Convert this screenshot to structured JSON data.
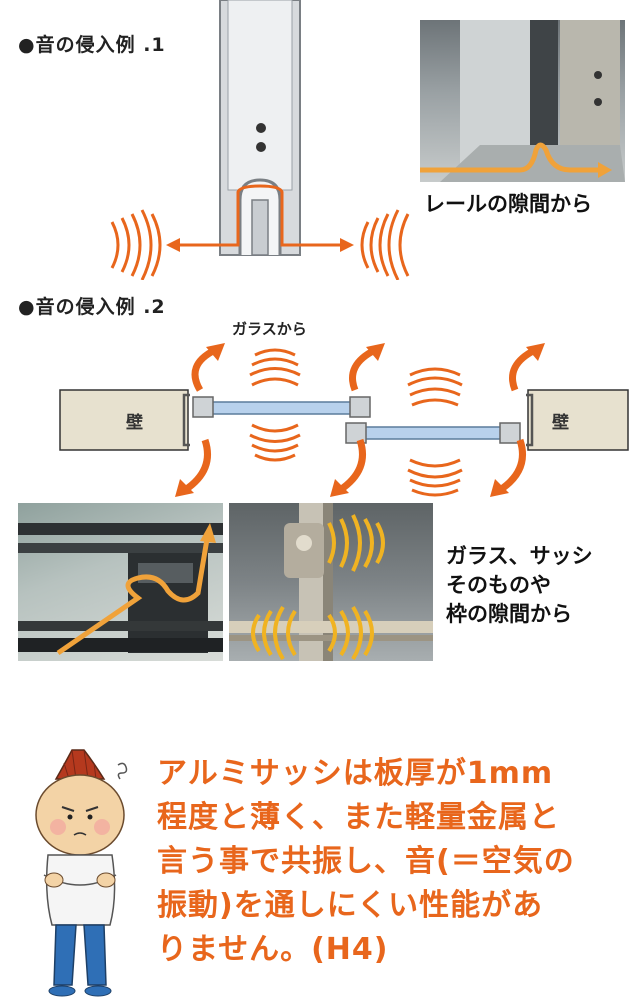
{
  "example1": {
    "heading": "●音の侵入例 .1",
    "rail_caption": "レールの隙間から"
  },
  "example2": {
    "heading": "●音の侵入例 .2",
    "glass_label": "ガラスから",
    "wall_left": "壁",
    "wall_right": "壁",
    "caption_lines": [
      "ガラス、サッシ",
      "そのものや",
      "枠の隙間から"
    ]
  },
  "note": {
    "lines": [
      "アルミサッシは板厚が1mm",
      "程度と薄く、また軽量金属と",
      "言う事で共振し、音(＝空気の",
      "振動)を通しにくい性能があ",
      "りません。(H4)"
    ]
  },
  "colors": {
    "accent": "#e8661c",
    "wall": "#e7e1cf",
    "aluminum": "#c9cdd1"
  }
}
